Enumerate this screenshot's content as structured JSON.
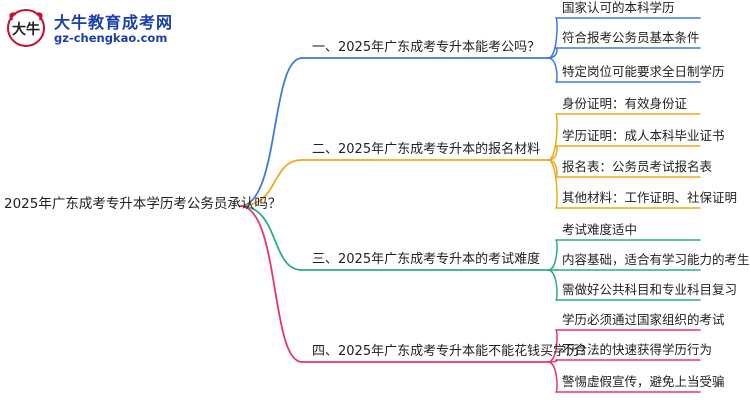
{
  "logo": {
    "title": "大牛教育成考网",
    "url": "gz-chengkao.com",
    "emblem_text": "大牛"
  },
  "root": {
    "label": "2025年广东成考专升本学历考公务员承认吗？",
    "color": "#e26a2c"
  },
  "branches": [
    {
      "label": "一、2025年广东成考专升本能考公吗？",
      "color": "#3b7be0",
      "children": [
        "国家认可的本科学历",
        "符合报考公务员基本条件",
        "特定岗位可能要求全日制学历"
      ]
    },
    {
      "label": "二、2025年广东成考专升本的报名材料",
      "color": "#f0a81c",
      "children": [
        "身份证明：有效身份证",
        "学历证明：成人本科毕业证书",
        "报名表：公务员考试报名表",
        "其他材料：工作证明、社保证明"
      ]
    },
    {
      "label": "三、2025年广东成考专升本的考试难度",
      "color": "#2bb07a",
      "children": [
        "考试难度适中",
        "内容基础，适合有学习能力的考生",
        "需做好公共科目和专业科目复习"
      ]
    },
    {
      "label": "四、2025年广东成考专升本能不能花钱买学历？",
      "color": "#e8336d",
      "children": [
        "学历必须通过国家组织的考试",
        "不合法的快速获得学历行为",
        "警惕虚假宣传，避免上当受骗"
      ]
    }
  ]
}
